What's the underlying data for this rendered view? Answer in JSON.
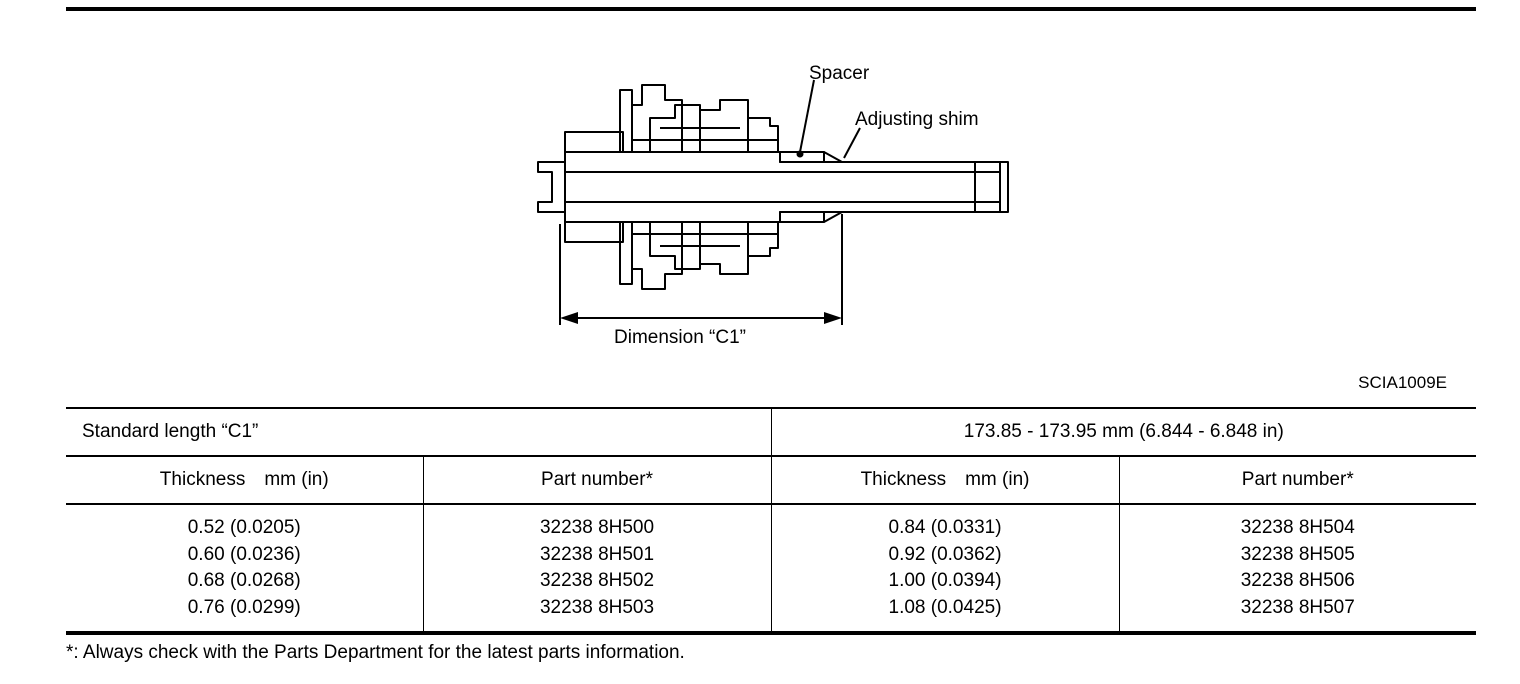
{
  "figure": {
    "label_spacer": "Spacer",
    "label_shim": "Adjusting shim",
    "label_dimension": "Dimension “C1”",
    "figure_id": "SCIA1009E"
  },
  "table": {
    "standard_label": "Standard length “C1”",
    "standard_value": "173.85 - 173.95 mm (6.844 - 6.848 in)",
    "headers": [
      "Thickness mm (in)",
      "Part number*",
      "Thickness mm (in)",
      "Part number*"
    ],
    "columns": [
      [
        "0.52 (0.0205)",
        "0.60 (0.0236)",
        "0.68 (0.0268)",
        "0.76 (0.0299)"
      ],
      [
        "32238 8H500",
        "32238 8H501",
        "32238 8H502",
        "32238 8H503"
      ],
      [
        "0.84 (0.0331)",
        "0.92 (0.0362)",
        "1.00 (0.0394)",
        "1.08 (0.0425)"
      ],
      [
        "32238 8H504",
        "32238 8H505",
        "32238 8H506",
        "32238 8H507"
      ]
    ]
  },
  "footnote": "*: Always check with the Parts Department for the latest parts information."
}
